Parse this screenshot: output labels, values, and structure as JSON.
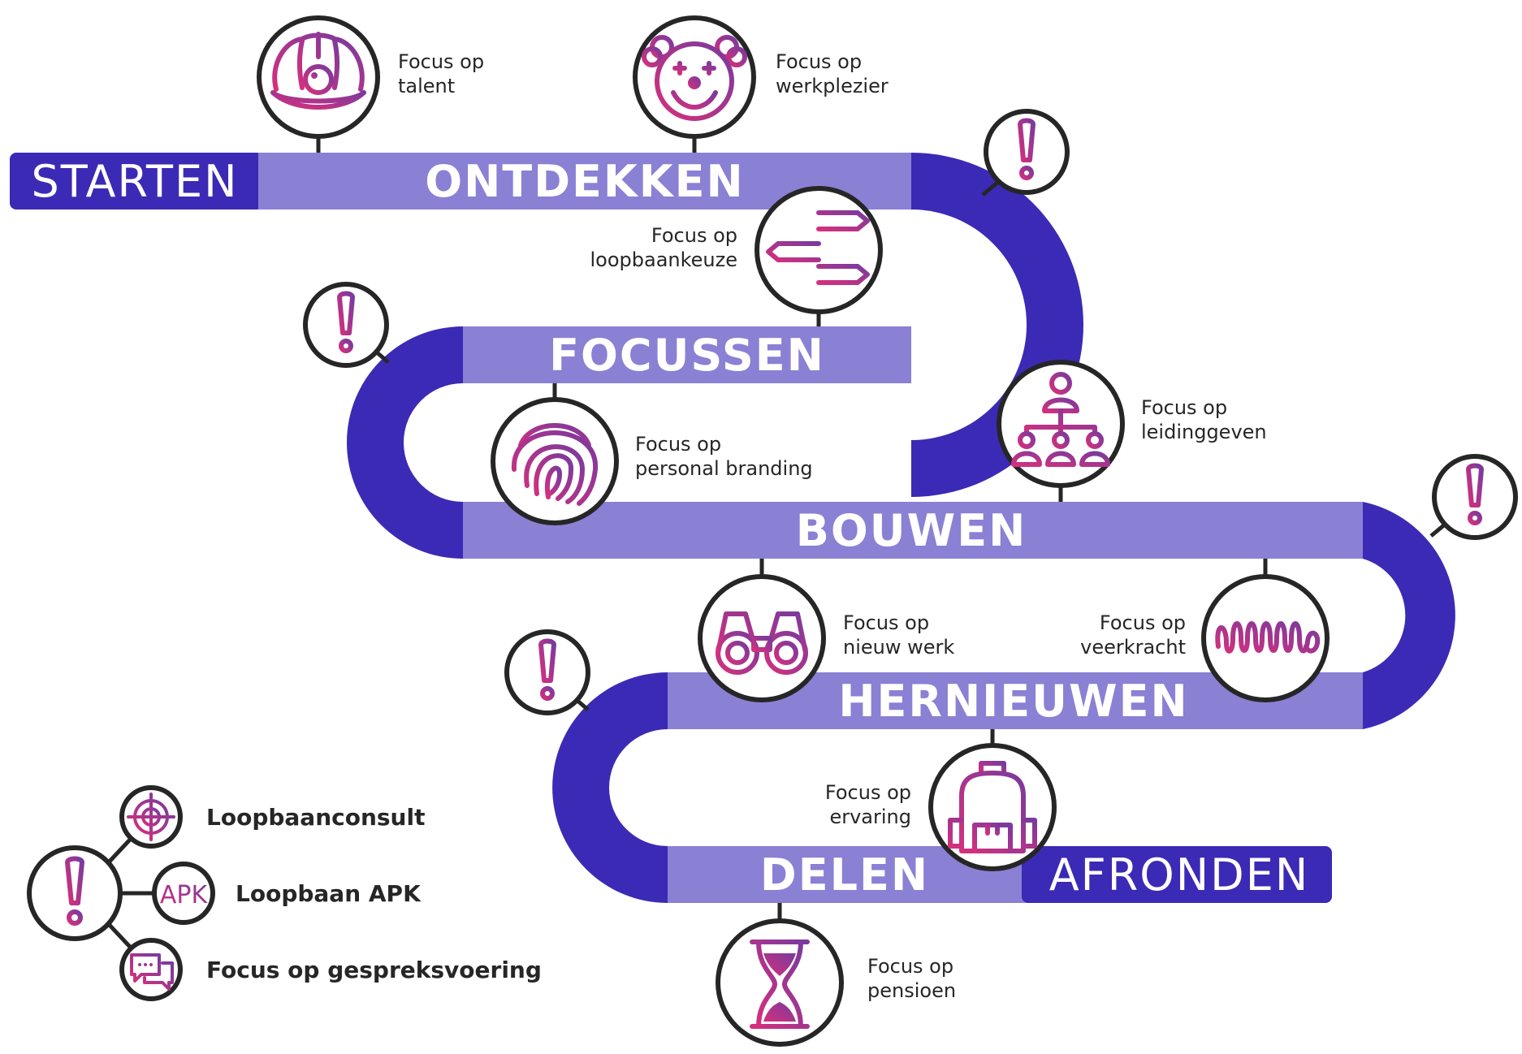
{
  "colors": {
    "road_dark": "#3b2ab5",
    "road_light": "#8a80d4",
    "icon_gradient_start": "#d4307d",
    "icon_gradient_end": "#7a3a9e",
    "outline": "#262626"
  },
  "stages": {
    "starten": "STARTEN",
    "ontdekken": "ONTDEKKEN",
    "focussen": "FOCUSSEN",
    "bouwen": "BOUWEN",
    "hernieuwen": "HERNIEUWEN",
    "delen": "DELEN",
    "afronden": "AFRONDEN"
  },
  "focus_points": {
    "talent": {
      "line1": "Focus op",
      "line2": "talent",
      "icon": "pearl-shell-icon"
    },
    "werkplezier": {
      "line1": "Focus op",
      "line2": "werkplezier",
      "icon": "clown-face-icon"
    },
    "loopbaankeuze": {
      "line1": "Focus op",
      "line2": "loopbaankeuze",
      "icon": "signpost-icon"
    },
    "personal_branding": {
      "line1": "Focus op",
      "line2": "personal branding",
      "icon": "fingerprint-icon"
    },
    "leidinggeven": {
      "line1": "Focus op",
      "line2": "leidinggeven",
      "icon": "team-hierarchy-icon"
    },
    "nieuw_werk": {
      "line1": "Focus op",
      "line2": "nieuw werk",
      "icon": "binoculars-icon"
    },
    "veerkracht": {
      "line1": "Focus op",
      "line2": "veerkracht",
      "icon": "spring-icon"
    },
    "ervaring": {
      "line1": "Focus op",
      "line2": "ervaring",
      "icon": "backpack-icon"
    },
    "pensioen": {
      "line1": "Focus op",
      "line2": "pensioen",
      "icon": "hourglass-icon"
    }
  },
  "alerts": {
    "icon": "exclamation-icon"
  },
  "legend": {
    "loopbaanconsult": {
      "label": "Loopbaanconsult",
      "icon": "target-icon"
    },
    "loopbaan_apk": {
      "label": "Loopbaan APK",
      "icon_text": "APK",
      "icon": "apk-icon"
    },
    "gespreksvoering": {
      "label": "Focus op gespreksvoering",
      "icon": "chat-bubbles-icon"
    }
  }
}
